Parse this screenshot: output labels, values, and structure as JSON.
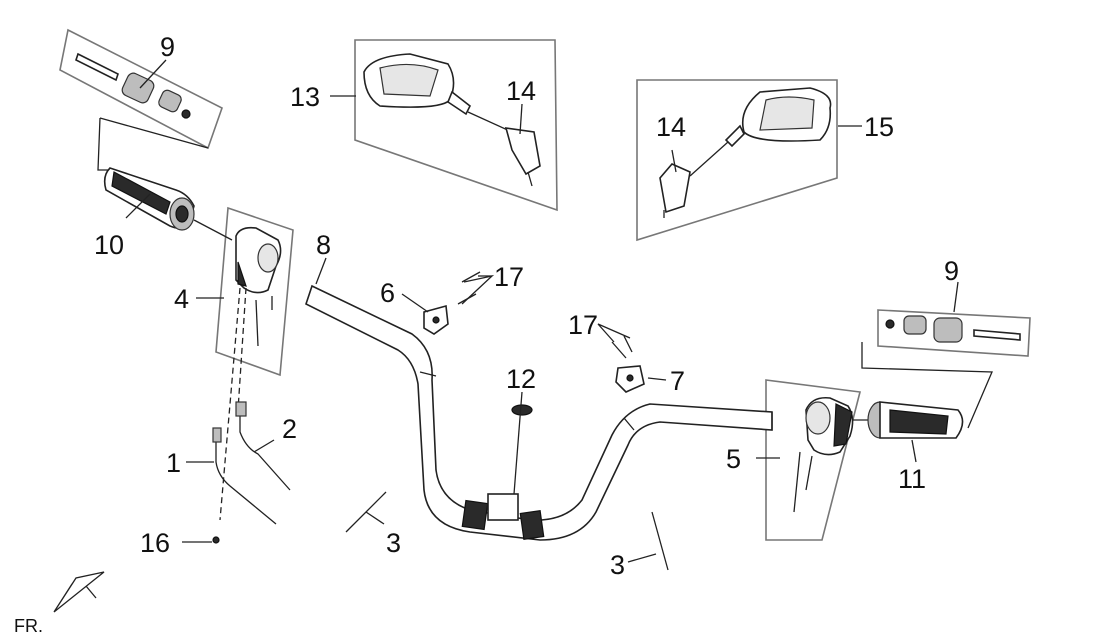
{
  "diagram": {
    "orientation_label": "FR.",
    "callouts": [
      {
        "id": "c1",
        "text": "1"
      },
      {
        "id": "c2",
        "text": "2"
      },
      {
        "id": "c3a",
        "text": "3"
      },
      {
        "id": "c3b",
        "text": "3"
      },
      {
        "id": "c4",
        "text": "4"
      },
      {
        "id": "c5",
        "text": "5"
      },
      {
        "id": "c6",
        "text": "6"
      },
      {
        "id": "c7",
        "text": "7"
      },
      {
        "id": "c8",
        "text": "8"
      },
      {
        "id": "c9a",
        "text": "9"
      },
      {
        "id": "c9b",
        "text": "9"
      },
      {
        "id": "c10",
        "text": "10"
      },
      {
        "id": "c11",
        "text": "11"
      },
      {
        "id": "c12",
        "text": "12"
      },
      {
        "id": "c13",
        "text": "13"
      },
      {
        "id": "c14a",
        "text": "14"
      },
      {
        "id": "c14b",
        "text": "14"
      },
      {
        "id": "c15",
        "text": "15"
      },
      {
        "id": "c16",
        "text": "16"
      },
      {
        "id": "c17a",
        "text": "17"
      },
      {
        "id": "c17b",
        "text": "17"
      }
    ]
  }
}
